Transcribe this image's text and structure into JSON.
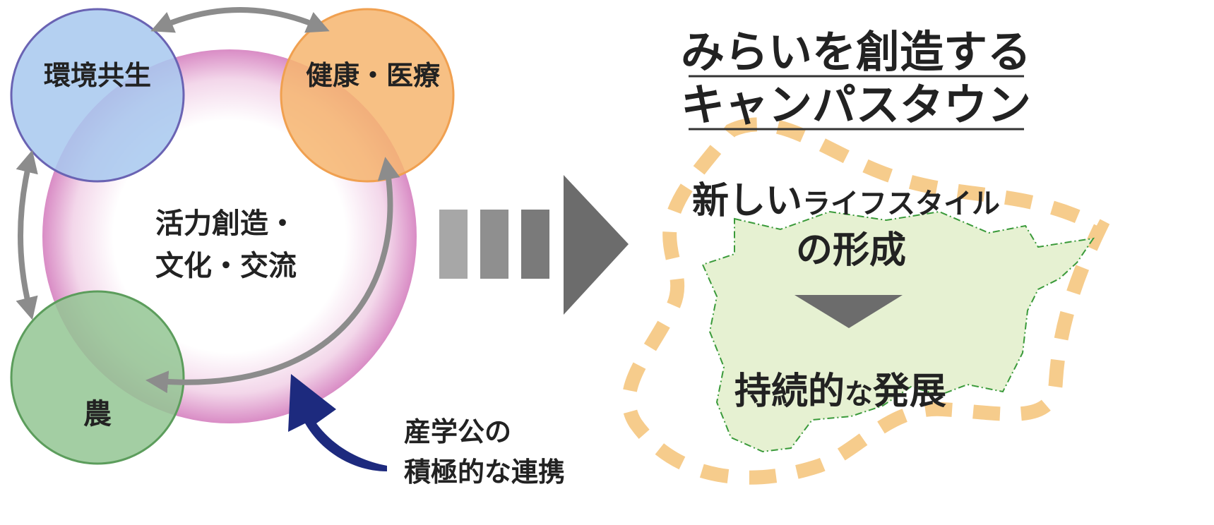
{
  "left_diagram": {
    "center_lines": [
      "活力創造・",
      "文化・交流"
    ],
    "circle_environment": "環境共生",
    "circle_health": "健康・医療",
    "circle_agriculture": "農",
    "collaboration_lines": [
      "産学公の",
      "積極的な連携"
    ]
  },
  "right_panel": {
    "title_lines": [
      "みらいを創造する",
      "キャンパスタウン"
    ],
    "lifestyle_main": "新しい",
    "lifestyle_small": "ライフスタイル",
    "lifestyle_line2": "の形成",
    "development_main1": "持続的",
    "development_small": "な",
    "development_main2": "発展"
  },
  "colors": {
    "environment_fill": "#a7c8ee",
    "environment_stroke": "#6a63b3",
    "health_fill": "#f6b56e",
    "health_stroke": "#f0a050",
    "agriculture_fill": "#93c593",
    "agriculture_stroke": "#5c9d5c",
    "ring": "#d98cc5",
    "cycle_arrow": "#8c8c8c",
    "big_arrow": "#6c6c6c",
    "collab_arrow": "#1d2a7e",
    "dashed_boundary": "#f6cc8c",
    "map_fill": "#e6f1d2",
    "map_stroke": "#3a9a3a"
  }
}
